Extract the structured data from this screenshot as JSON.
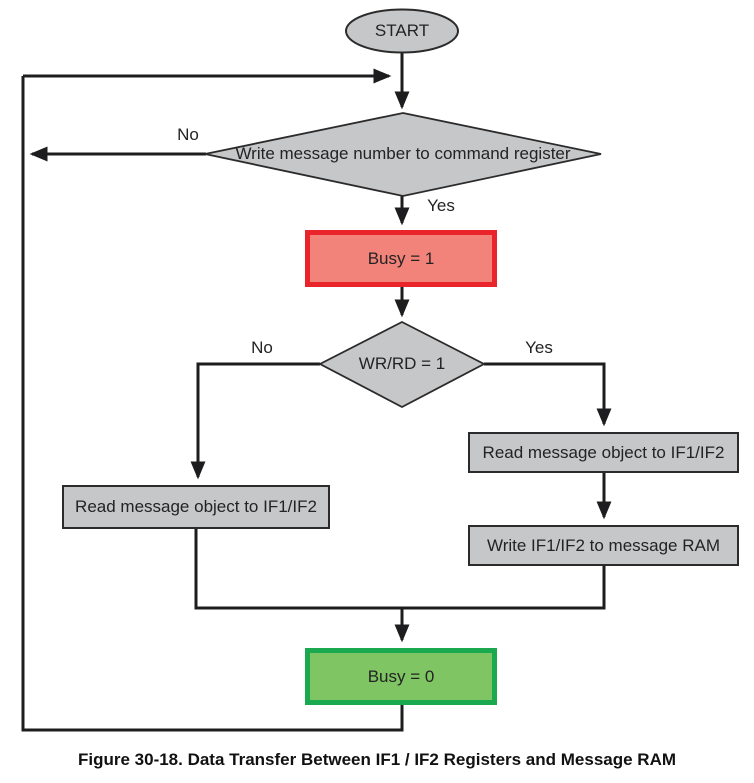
{
  "figure": {
    "caption": "Figure 30-18. Data Transfer Between IF1 / IF2 Registers and Message RAM"
  },
  "nodes": {
    "start": {
      "type": "terminator",
      "label": "START"
    },
    "decision_command": {
      "type": "decision",
      "label": "Write message number to command register"
    },
    "busy_set": {
      "type": "process",
      "label": "Busy = 1"
    },
    "decision_wrrd": {
      "type": "decision",
      "label": "WR/RD = 1"
    },
    "read_left": {
      "type": "process",
      "label": "Read message object to IF1/IF2"
    },
    "read_right": {
      "type": "process",
      "label": "Read message object to IF1/IF2"
    },
    "write_right": {
      "type": "process",
      "label": "Write IF1/IF2 to message RAM"
    },
    "busy_clear": {
      "type": "process",
      "label": "Busy = 0"
    }
  },
  "edge_labels": {
    "decision_command_no": "No",
    "decision_command_yes": "Yes",
    "decision_wrrd_no": "No",
    "decision_wrrd_yes": "Yes"
  },
  "colors": {
    "node_fill": "#c6c7c9",
    "node_border": "#2b2b2b",
    "line": "#1d1d1f",
    "busy1_border": "#e9242b",
    "busy1_fill": "#f2837b",
    "busy0_border": "#1aa94f",
    "busy0_fill": "#7fc563",
    "text": "#232323"
  }
}
